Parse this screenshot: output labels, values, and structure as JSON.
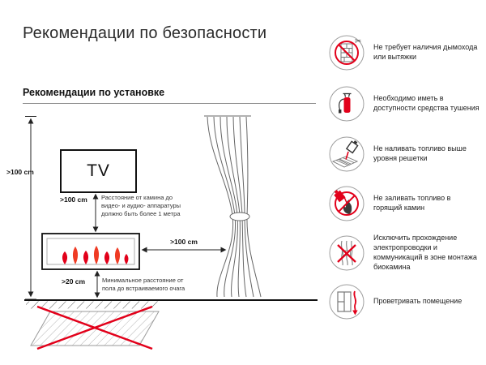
{
  "header": {
    "title": "Рекомендации по безопасности",
    "section_title": "Рекомендации по установке"
  },
  "diagram": {
    "tv_label": "TV",
    "dim_wall": ">100 cm",
    "dim_tv_gap": ">100 cm",
    "dim_curtain_gap": ">100 cm",
    "dim_floor_gap": ">20 cm",
    "note_tv": "Расстояние от камина до видео- и аудио- аппаратуры должно быть более 1 метра",
    "note_floor": "Минимальное расстояние от пола до встраиваемого очага"
  },
  "safety_items": [
    {
      "icon": "no-chimney-icon",
      "text": "Не требует наличия дымохода или вытяжки"
    },
    {
      "icon": "extinguisher-icon",
      "text": "Необходимо иметь в доступности средства тушения"
    },
    {
      "icon": "no-overfill-icon",
      "text": "Не наливать топливо выше уровня решетки"
    },
    {
      "icon": "no-refuel-burning-icon",
      "text": "Не заливать топливо в горящий камин"
    },
    {
      "icon": "no-wiring-icon",
      "text": "Исключить прохождение электропроводки и коммуникаций в зоне монтажа биокамина"
    },
    {
      "icon": "ventilate-icon",
      "text": "Проветривать помещение"
    }
  ],
  "icons": {
    "scissors_glyph": "✂"
  },
  "colors": {
    "accent_red": "#e2001a",
    "text_dark": "#222222",
    "line_gray": "#666666"
  }
}
